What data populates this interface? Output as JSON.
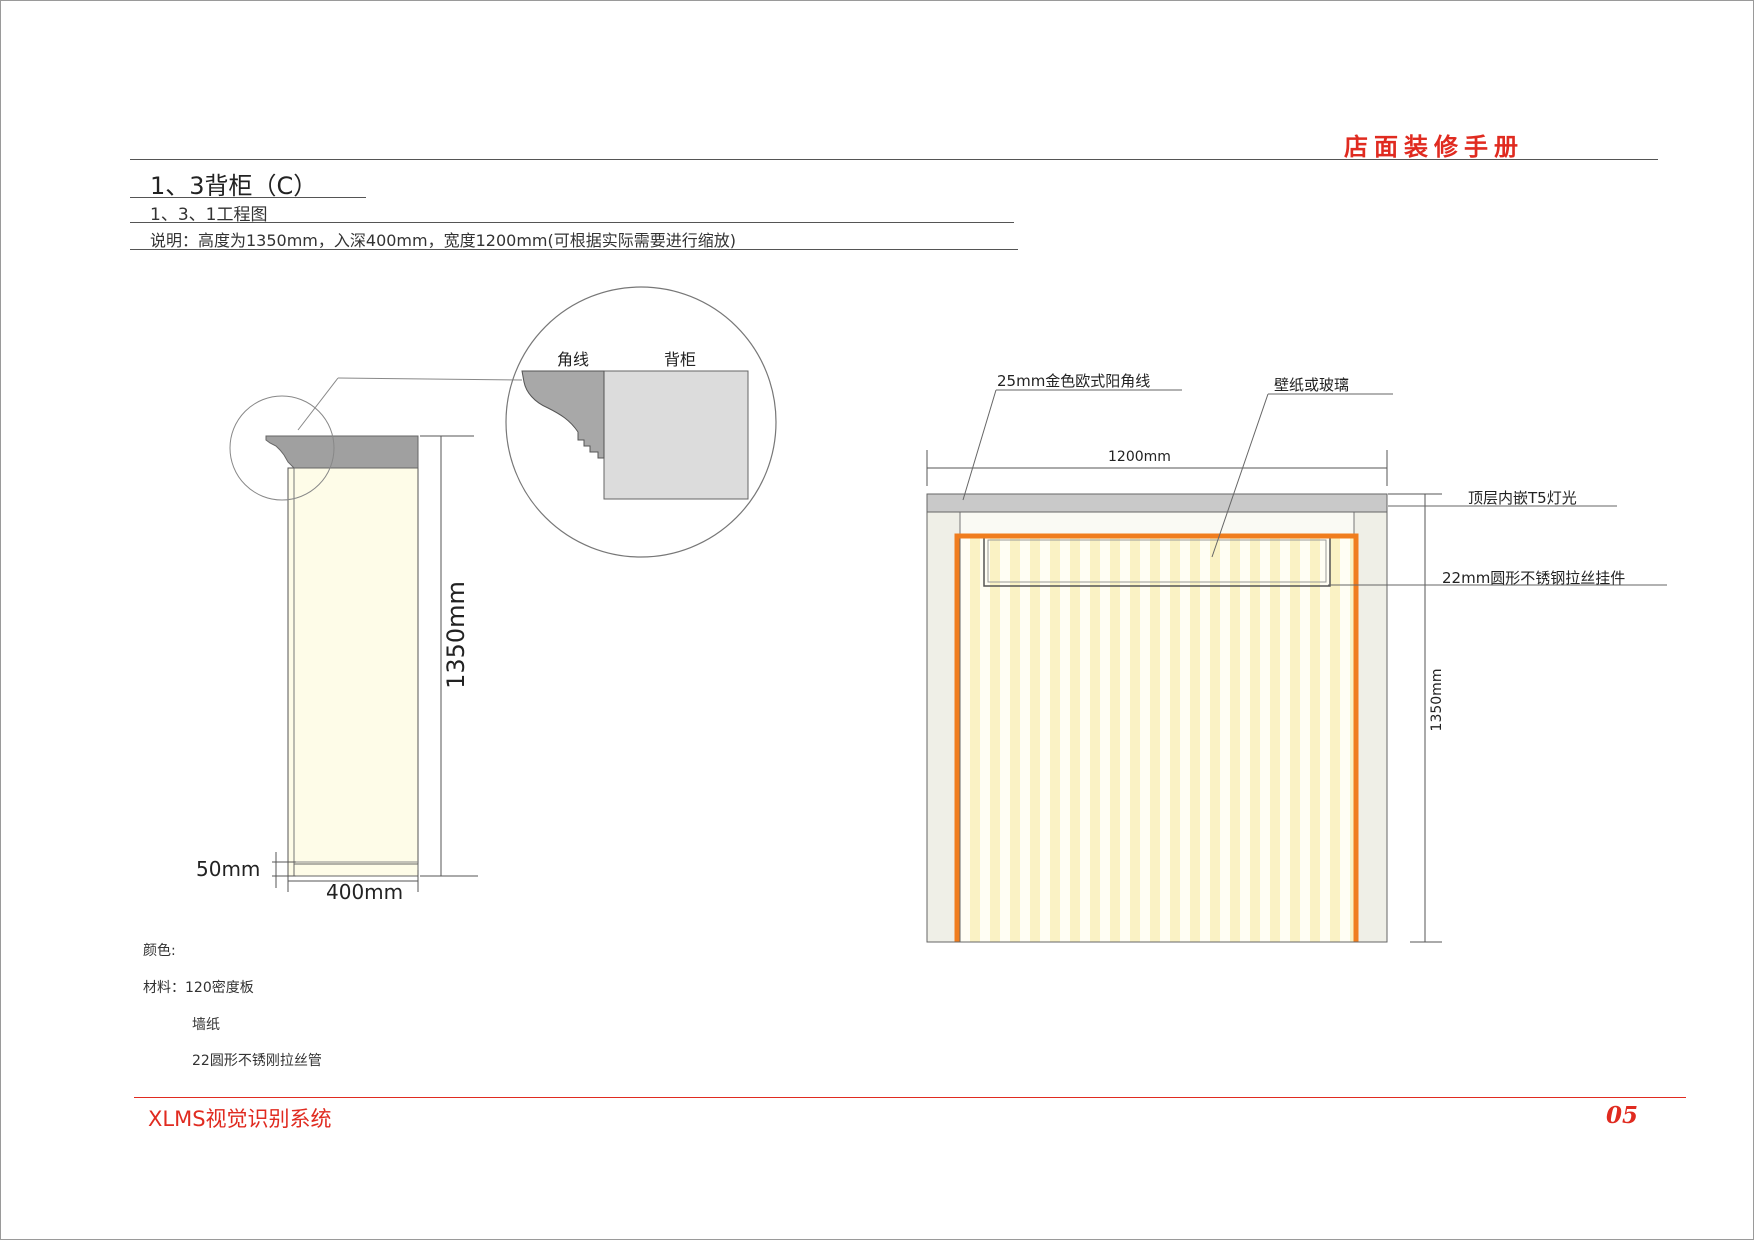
{
  "header": {
    "brand_title": "店面装修手册"
  },
  "section": {
    "title": "1、3背柜（C）",
    "subtitle": "1、3、1工程图",
    "description": "说明：高度为1350mm，入深400mm，宽度1200mm(可根据实际需要进行缩放)"
  },
  "side_view": {
    "dim_height": "1350mm",
    "dim_base": "50mm",
    "dim_depth": "400mm",
    "detail_label_corner": "角线",
    "detail_label_cabinet": "背柜"
  },
  "front_view": {
    "dim_width": "1200mm",
    "dim_height": "1350mm",
    "label_trim": "25mm金色欧式阳角线",
    "label_wallpaper": "壁纸或玻璃",
    "label_light": "顶层内嵌T5灯光",
    "label_rail": "22mm圆形不锈钢拉丝挂件"
  },
  "specs": {
    "color_label": "颜色:",
    "material_label": "材料：120密度板",
    "material_2": "墙纸",
    "material_3": "22圆形不锈刚拉丝管"
  },
  "footer": {
    "brand": "XLMS视觉识别系统",
    "page": "05"
  },
  "colors": {
    "accent": "#e02b20",
    "orange_frame": "#f07d1e",
    "cabinet_fill": "#fefce8",
    "stripe": "#faf3c8",
    "top_gray": "#a0a0a0",
    "panel_gray": "#d6d6d6",
    "side_panel": "#efefe7"
  }
}
